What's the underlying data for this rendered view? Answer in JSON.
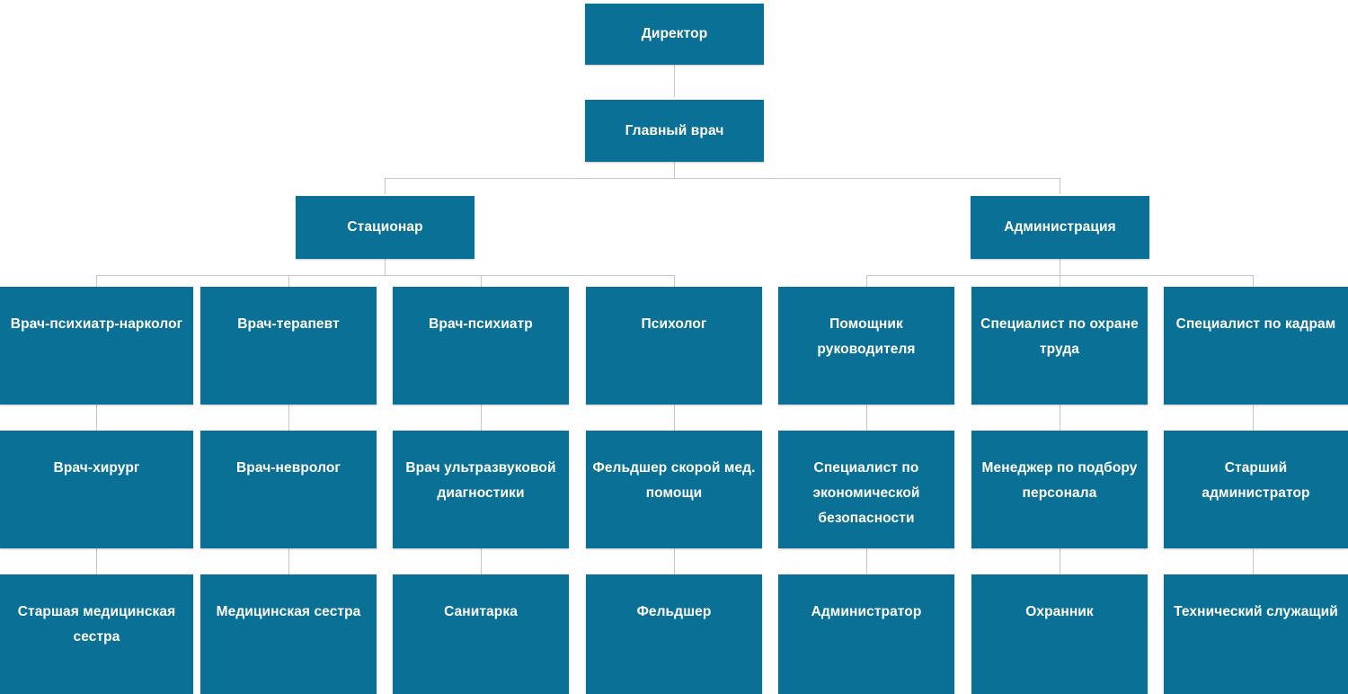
{
  "theme": {
    "box_fill": "#0b7095",
    "box_text": "#ffffff",
    "connector": "#c6c6c6",
    "background": "#ffffff"
  },
  "chart_data": {
    "type": "diagram",
    "title": "",
    "orientation": "top-down",
    "levels": 5,
    "nodes": {
      "director": "Директор",
      "chief_doctor": "Главный врач",
      "hospital": "Стационар",
      "administration": "Администрация",
      "r3c1": "Врач-психиатр-нарколог",
      "r3c2": "Врач-терапевт",
      "r3c3": "Врач-психиатр",
      "r3c4": "Психолог",
      "r3c5": "Помощник руководителя",
      "r3c6": "Специалист по охране труда",
      "r3c7": "Специалист по кадрам",
      "r4c1": "Врач-хирург",
      "r4c2": "Врач-невролог",
      "r4c3": "Врач ультразвуковой диагностики",
      "r4c4": "Фельдшер скорой мед. помощи",
      "r4c5": "Специалист по экономической безопасности",
      "r4c6": "Менеджер по подбору персонала",
      "r4c7": "Старший администратор",
      "r5c1": "Старшая медицинская сестра",
      "r5c2": "Медицинская сестра",
      "r5c3": "Санитарка",
      "r5c4": "Фельдшер",
      "r5c5": "Администратор",
      "r5c6": "Охранник",
      "r5c7": "Технический служащий"
    },
    "edges": [
      [
        "director",
        "chief_doctor"
      ],
      [
        "chief_doctor",
        "hospital"
      ],
      [
        "chief_doctor",
        "administration"
      ],
      [
        "hospital",
        "r3c1"
      ],
      [
        "hospital",
        "r3c2"
      ],
      [
        "hospital",
        "r3c3"
      ],
      [
        "hospital",
        "r3c4"
      ],
      [
        "administration",
        "r3c5"
      ],
      [
        "administration",
        "r3c6"
      ],
      [
        "administration",
        "r3c7"
      ],
      [
        "r3c1",
        "r4c1"
      ],
      [
        "r3c2",
        "r4c2"
      ],
      [
        "r3c3",
        "r4c3"
      ],
      [
        "r3c4",
        "r4c4"
      ],
      [
        "r3c5",
        "r4c5"
      ],
      [
        "r3c6",
        "r4c6"
      ],
      [
        "r3c7",
        "r4c7"
      ],
      [
        "r4c1",
        "r5c1"
      ],
      [
        "r4c2",
        "r5c2"
      ],
      [
        "r4c3",
        "r5c3"
      ],
      [
        "r4c4",
        "r5c4"
      ],
      [
        "r4c5",
        "r5c5"
      ],
      [
        "r4c6",
        "r5c6"
      ],
      [
        "r4c7",
        "r5c7"
      ]
    ]
  }
}
